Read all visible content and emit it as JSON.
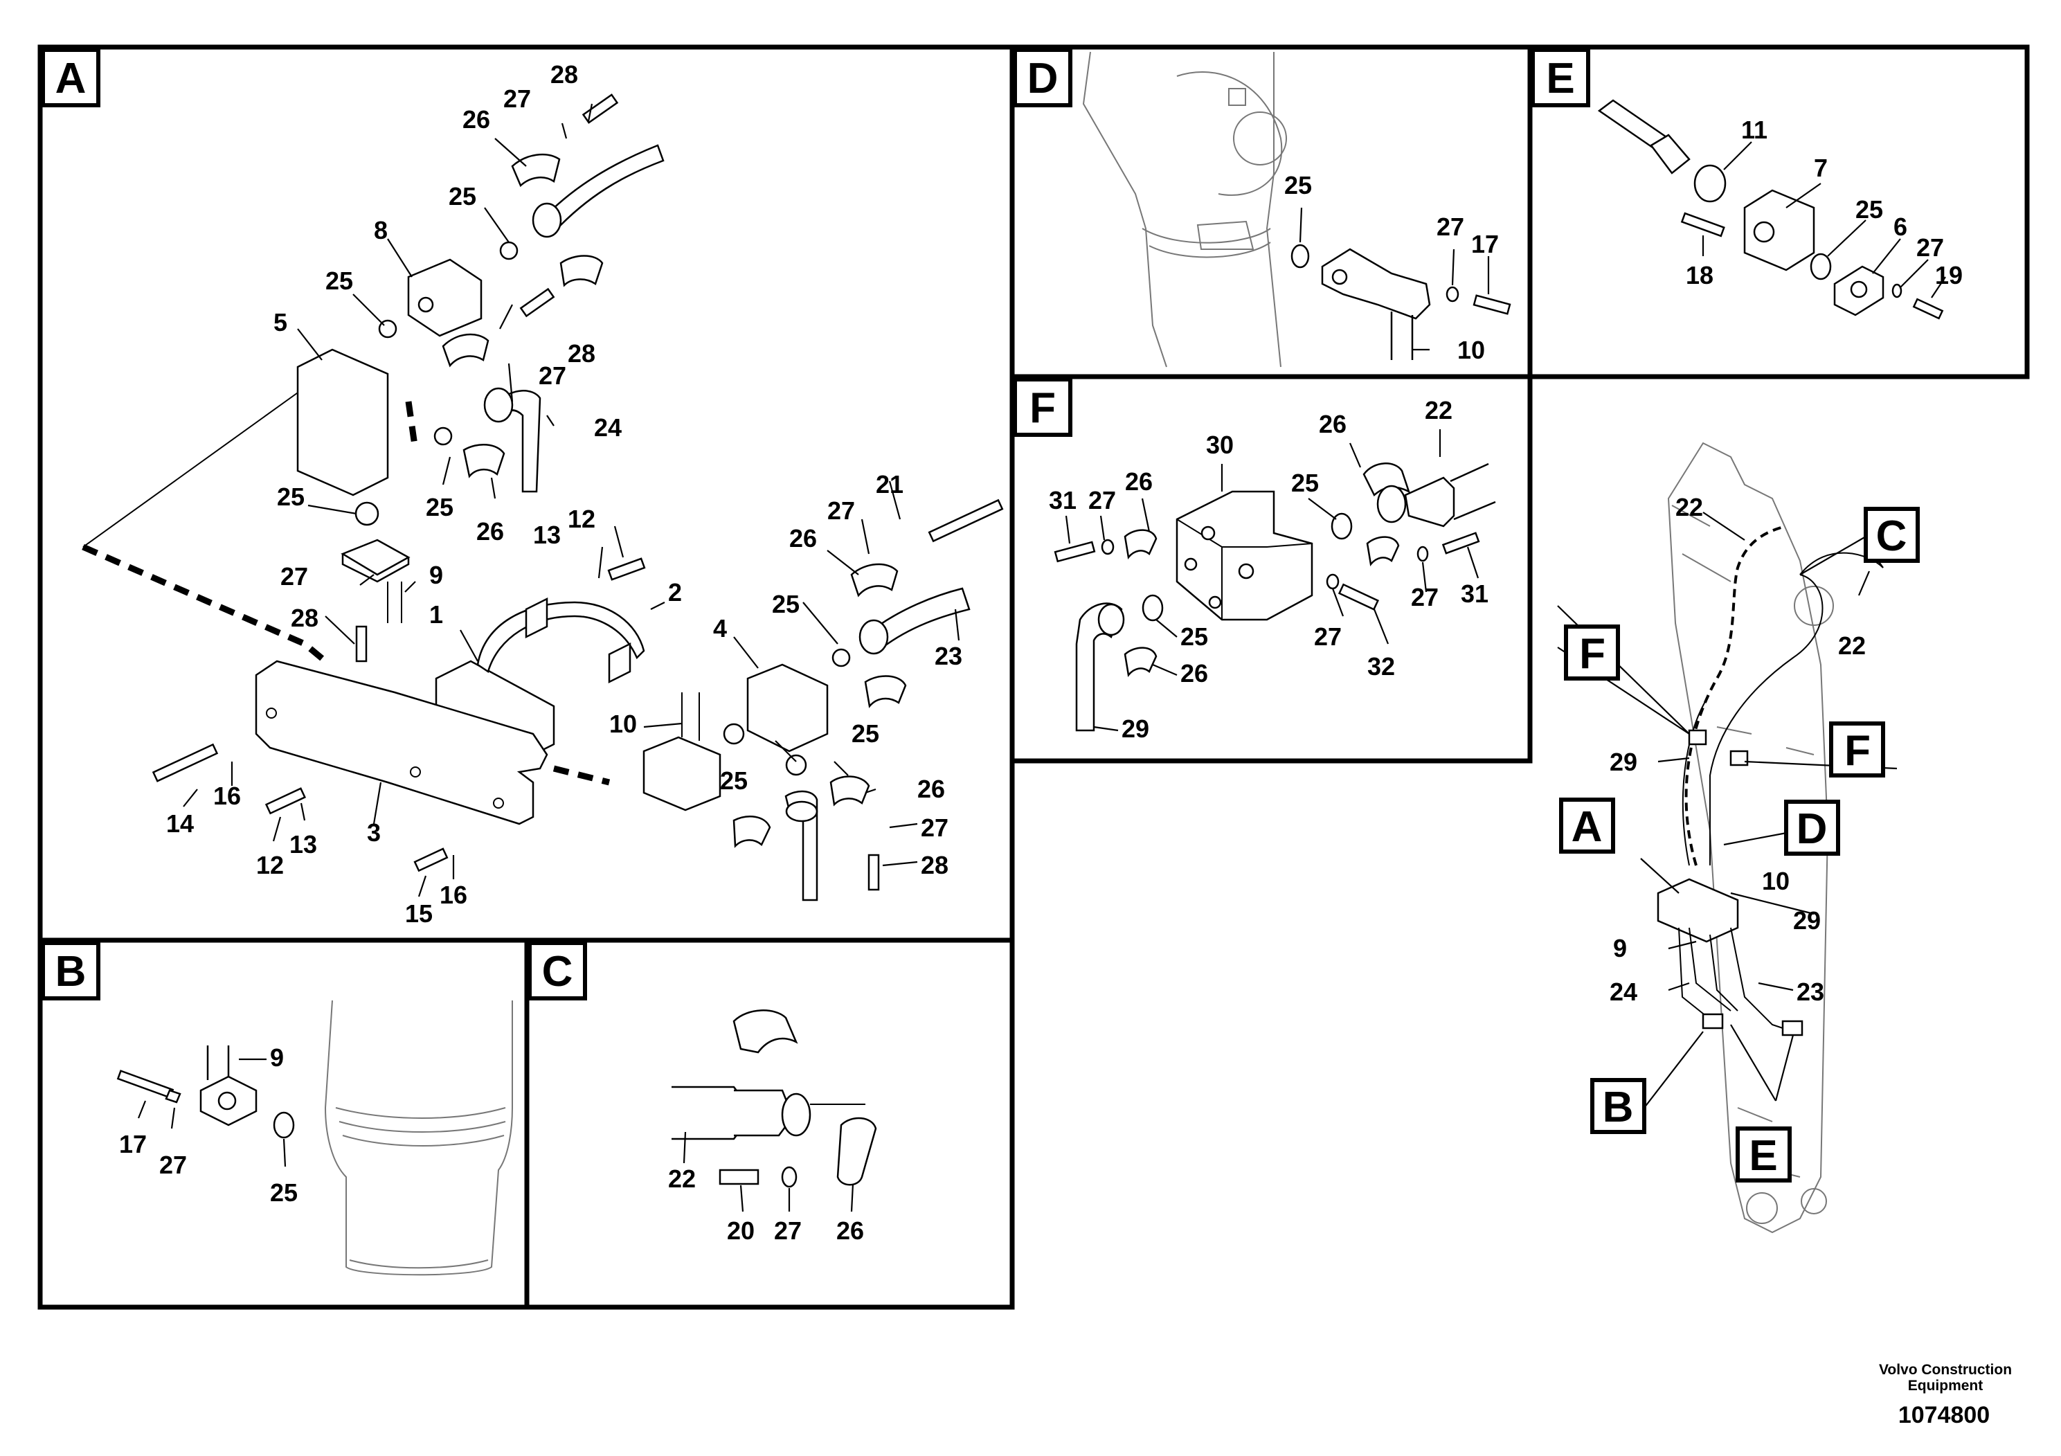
{
  "panels": {
    "A": {
      "tag": "A",
      "labels": [
        "28",
        "27",
        "26",
        "25",
        "8",
        "25",
        "5",
        "27",
        "28",
        "24",
        "25",
        "26",
        "25",
        "27",
        "28",
        "9",
        "13",
        "12",
        "1",
        "2",
        "21",
        "27",
        "26",
        "25",
        "23",
        "4",
        "10",
        "25",
        "25",
        "26",
        "27",
        "28",
        "14",
        "16",
        "13",
        "12",
        "3",
        "15",
        "16"
      ]
    },
    "B": {
      "tag": "B",
      "labels": [
        "9",
        "17",
        "27",
        "25"
      ]
    },
    "C": {
      "tag": "C",
      "labels": [
        "22",
        "20",
        "27",
        "26"
      ]
    },
    "D": {
      "tag": "D",
      "labels": [
        "25",
        "27",
        "17",
        "10"
      ]
    },
    "E": {
      "tag": "E",
      "labels": [
        "11",
        "7",
        "25",
        "6",
        "27",
        "18",
        "19"
      ]
    },
    "F": {
      "tag": "F",
      "labels": [
        "30",
        "26",
        "22",
        "31",
        "27",
        "26",
        "25",
        "29",
        "25",
        "26",
        "27",
        "31",
        "27",
        "32"
      ]
    },
    "overview": {
      "tags": [
        "C",
        "F",
        "F",
        "A",
        "D",
        "B",
        "E"
      ],
      "labels": [
        "22",
        "22",
        "29",
        "10",
        "29",
        "9",
        "24",
        "23"
      ]
    }
  },
  "footer": {
    "brand_line1": "Volvo Construction",
    "brand_line2": "Equipment",
    "code": "1074800"
  }
}
